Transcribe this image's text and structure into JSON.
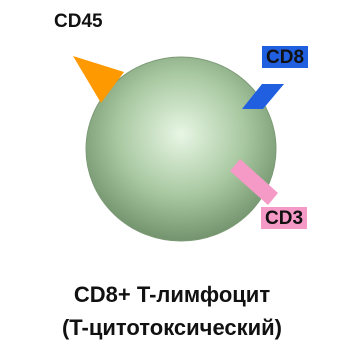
{
  "markers": {
    "cd45": {
      "label": "CD45",
      "color": "#ff9900"
    },
    "cd8": {
      "label": "CD8",
      "color": "#1f5fe0"
    },
    "cd3": {
      "label": "CD3",
      "color": "#f59ac6"
    }
  },
  "cell": {
    "center_color": "#e8f6e4",
    "mid_color": "#a9c9a2",
    "edge_color": "#6f8f6a"
  },
  "caption": {
    "line1": "CD8+ T-лимфоцит",
    "line2": "(T-цитотоксический)"
  }
}
